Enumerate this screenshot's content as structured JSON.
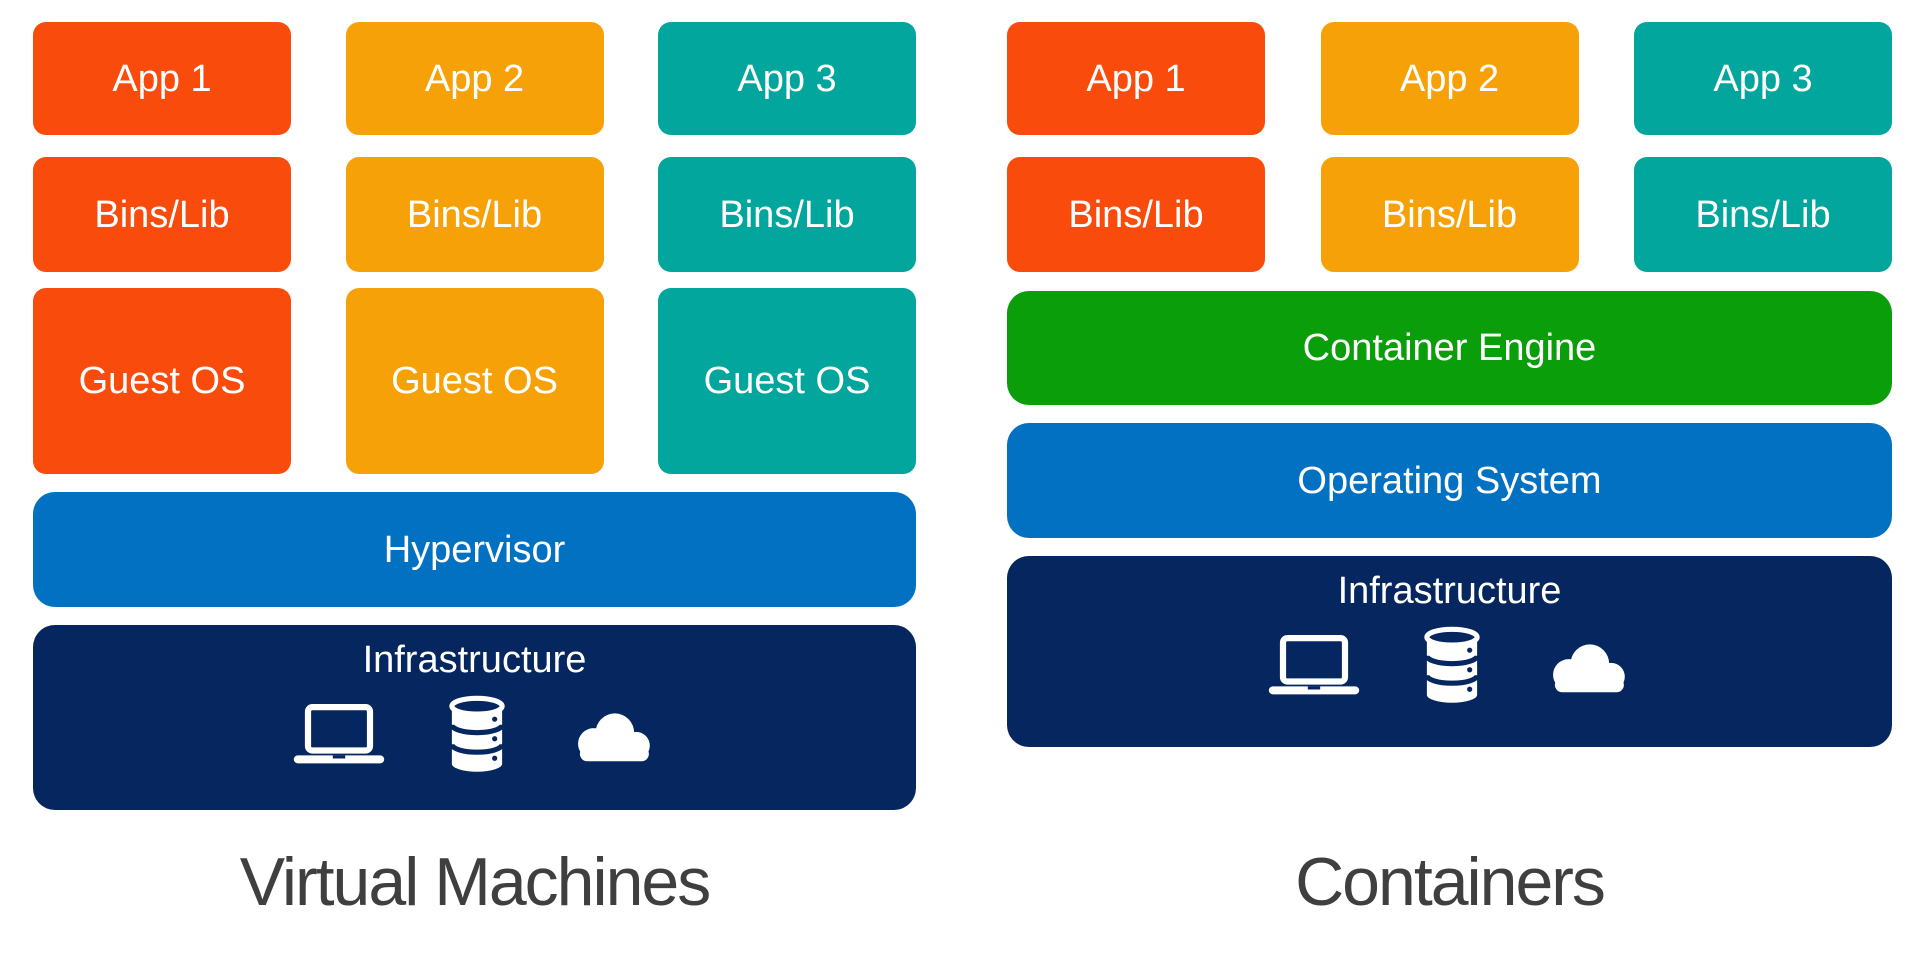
{
  "colors": {
    "app1_orange_red": "#F94C0C",
    "app2_orange": "#F7A108",
    "app3_teal": "#03A69C",
    "container_engine_green": "#0A9E0A",
    "hypervisor_os_blue": "#0271C2",
    "infrastructure_navy": "#05265E",
    "title_gray": "#3F3F3F",
    "background": "#FFFFFF",
    "box_text": "#FFFFFF"
  },
  "vm_panel": {
    "title": "Virtual Machines",
    "stacks": [
      {
        "app": "App 1",
        "bins": "Bins/Lib",
        "guest_os": "Guest OS"
      },
      {
        "app": "App 2",
        "bins": "Bins/Lib",
        "guest_os": "Guest OS"
      },
      {
        "app": "App 3",
        "bins": "Bins/Lib",
        "guest_os": "Guest OS"
      }
    ],
    "hypervisor": "Hypervisor",
    "infrastructure": "Infrastructure",
    "infrastructure_icons": [
      "laptop-icon",
      "database-icon",
      "cloud-icon"
    ]
  },
  "containers_panel": {
    "title": "Containers",
    "stacks": [
      {
        "app": "App 1",
        "bins": "Bins/Lib"
      },
      {
        "app": "App 2",
        "bins": "Bins/Lib"
      },
      {
        "app": "App 3",
        "bins": "Bins/Lib"
      }
    ],
    "container_engine": "Container Engine",
    "operating_system": "Operating System",
    "infrastructure": "Infrastructure",
    "infrastructure_icons": [
      "laptop-icon",
      "database-icon",
      "cloud-icon"
    ]
  }
}
